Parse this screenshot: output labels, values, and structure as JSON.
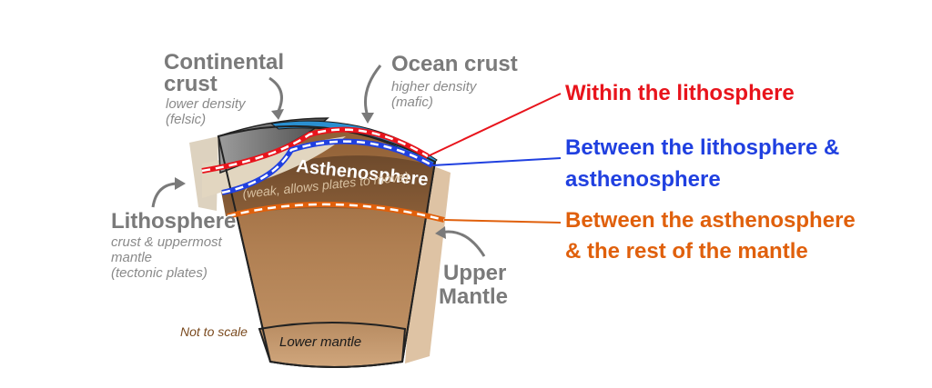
{
  "labels": {
    "continental_crust_l1": "Continental",
    "continental_crust_l2": "crust",
    "continental_crust_desc1": "lower density",
    "continental_crust_desc2": "(felsic)",
    "ocean_crust": "Ocean crust",
    "ocean_crust_desc1": "higher density",
    "ocean_crust_desc2": "(mafic)",
    "asthenosphere": "Asthenosphere",
    "asthenosphere_desc": "(weak, allows plates to move)",
    "lithosphere": "Lithosphere",
    "lithosphere_desc1": "crust & uppermost",
    "lithosphere_desc2": "mantle",
    "lithosphere_desc3": "(tectonic plates)",
    "upper_mantle_l1": "Upper",
    "upper_mantle_l2": "Mantle",
    "lower_mantle": "Lower mantle",
    "not_to_scale": "Not to scale"
  },
  "legend": {
    "red_label": "Within the lithosphere",
    "blue_label_l1": "Between the lithosphere &",
    "blue_label_l2": "asthenosphere",
    "orange_label_l1": "Between the asthenosphere",
    "orange_label_l2": "& the rest of the mantle"
  },
  "colors": {
    "red": "#e8141c",
    "blue": "#2040e0",
    "orange": "#e0600c",
    "gray_text": "#7a7a7a",
    "brown_text": "#7a4a1e",
    "ocean": "#2a8fd0",
    "mantle": "#b07f52"
  }
}
